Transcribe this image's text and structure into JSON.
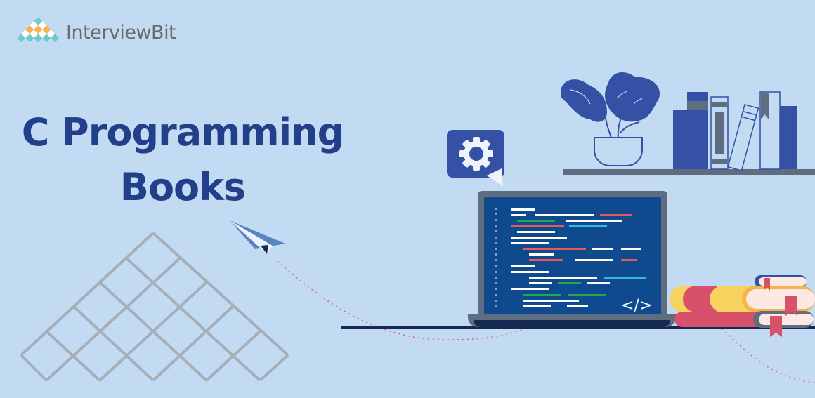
{
  "brand": {
    "logo_text": "InterviewBit",
    "logo_icon": "pyramid-grid-logo-icon",
    "logo_colors": {
      "teal": "#6ccbcf",
      "orange": "#f7b34a",
      "white": "#ffffff",
      "text": "#6b6b6b"
    }
  },
  "headline": {
    "line1": "C Programming",
    "line2": "Books"
  },
  "illustration": {
    "laptop_code_tag": "</>",
    "icons": [
      "gear-icon",
      "paper-plane-icon",
      "plant-icon",
      "bookshelf-icon",
      "laptop-icon",
      "book-stack-icon",
      "pyramid-grid-icon"
    ]
  },
  "colors": {
    "background": "#c2daf2",
    "title": "#22408a",
    "accent_blue": "#3451a5",
    "screen": "#0f4a8f",
    "laptop_frame": "#5e6d80",
    "shelf": "#5e6d80",
    "grid": "#a6afb8",
    "red": "#d9506a",
    "yellow": "#f6d35f",
    "orange": "#f7b34a",
    "cream": "#faeae3"
  }
}
